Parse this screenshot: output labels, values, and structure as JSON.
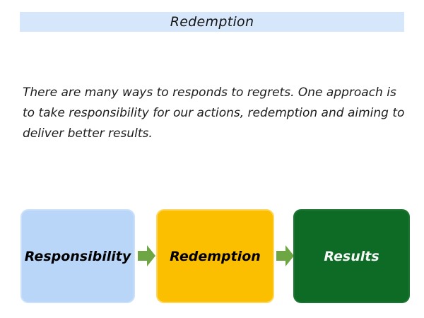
{
  "title_bar": {
    "title": "Redemption"
  },
  "paragraph": {
    "lines": [
      "There are many ways to responds to regrets. One approach is",
      "to take responsibility for our actions, redemption and aiming to",
      "deliver better results."
    ]
  },
  "flow": {
    "steps": [
      {
        "label": "Responsibility",
        "bg": "#b9d6f8",
        "text_color": "#000000"
      },
      {
        "label": "Redemption",
        "bg": "#fcbf00",
        "text_color": "#000000"
      },
      {
        "label": "Results",
        "bg": "#0d6b26",
        "text_color": "#f5f5f5"
      }
    ]
  },
  "colors": {
    "page_bg": "#ffffff",
    "title_bar_bg": "#d7e7fb",
    "body_text": "#1c1c1c",
    "arrow": "#6fa644"
  }
}
